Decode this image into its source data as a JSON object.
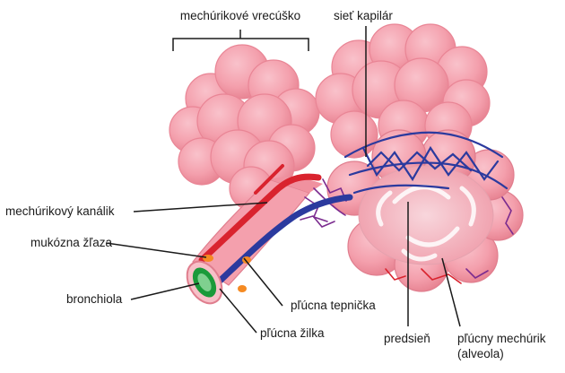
{
  "diagram": {
    "labels": {
      "alveolar_sacs": "mechúrikové vrecúško",
      "capillary_network": "sieť kapilár",
      "alveolar_duct": "mechúrikový kanálik",
      "mucous_gland": "mukózna žľaza",
      "bronchiole": "bronchiola",
      "pulmonary_artery": "pľúcna tepnička",
      "pulmonary_vein": "pľúcna žilka",
      "atrium": "predsieň",
      "alveolus_line1": "pľúcny mechúrik",
      "alveolus_line2": "(alveola)"
    },
    "colors": {
      "alveoli": "#f4a0ad",
      "alveoli_dark": "#e98595",
      "artery": "#d9232e",
      "vein": "#2b3a9e",
      "capillary_purple": "#7b2c8f",
      "gland": "#f58a22",
      "bronchiole_lining": "#1a9a3a",
      "leader_line": "#1a1a1a"
    }
  }
}
